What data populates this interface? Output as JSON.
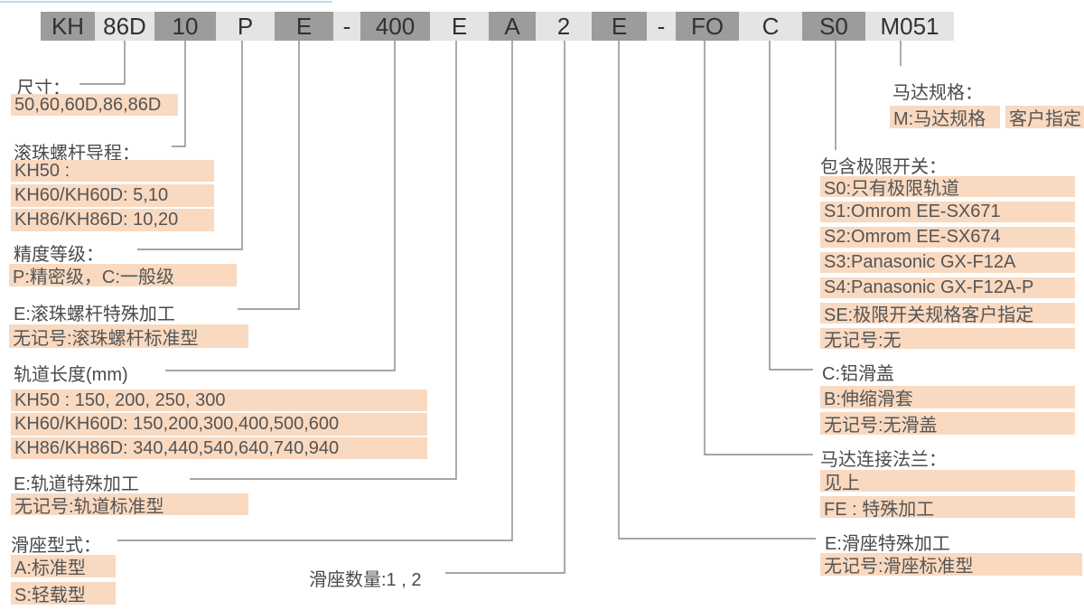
{
  "colors": {
    "highlight": "#f9d9c0",
    "box_dark": "#9c9c9c",
    "box_light": "#e4e4e4",
    "line": "#878787",
    "top_accent": "#bdd7e7"
  },
  "code": {
    "segments": [
      {
        "text": "KH",
        "shade": "dark"
      },
      {
        "text": "86D",
        "shade": "light"
      },
      {
        "text": "10",
        "shade": "dark"
      },
      {
        "text": "P",
        "shade": "light"
      },
      {
        "text": "E",
        "shade": "dark"
      },
      {
        "text": "-",
        "shade": "light"
      },
      {
        "text": "400",
        "shade": "dark"
      },
      {
        "text": "E",
        "shade": "light"
      },
      {
        "text": "A",
        "shade": "dark"
      },
      {
        "text": "2",
        "shade": "light"
      },
      {
        "text": "E",
        "shade": "dark"
      },
      {
        "text": "-",
        "shade": "light"
      },
      {
        "text": "FO",
        "shade": "dark"
      },
      {
        "text": "C",
        "shade": "light"
      },
      {
        "text": "S0",
        "shade": "dark"
      },
      {
        "text": "M051",
        "shade": "light"
      }
    ]
  },
  "left": {
    "size": {
      "label": "尺寸：",
      "rows": [
        "50,60,60D,86,86D"
      ]
    },
    "lead": {
      "label": "滚珠螺杆导程：",
      "rows": [
        "KH50 :",
        "KH60/KH60D: 5,10",
        "KH86/KH86D: 10,20"
      ]
    },
    "accuracy": {
      "label": "精度等级：",
      "rows": [
        "P:精密级，C:一般级"
      ]
    },
    "screw_special": {
      "label": "E:滚珠螺杆特殊加工",
      "rows": [
        "无记号:滚珠螺杆标准型"
      ]
    },
    "rail_length": {
      "label": "轨道长度(mm)",
      "rows": [
        "KH50 : 150, 200, 250, 300",
        "KH60/KH60D: 150,200,300,400,500,600",
        "KH86/KH86D: 340,440,540,640,740,940"
      ]
    },
    "rail_special": {
      "label": "E:轨道特殊加工",
      "rows": [
        "无记号:轨道标准型"
      ]
    },
    "slider_type": {
      "label": "滑座型式：",
      "rows": [
        "A:标准型",
        "S:轻载型"
      ]
    },
    "slider_count": {
      "label": "滑座数量:1 , 2"
    }
  },
  "right": {
    "motor_spec": {
      "label": "马达规格：",
      "rows": [
        "M:马达规格",
        "客户指定"
      ]
    },
    "limit_switch": {
      "label": "包含极限开关：",
      "rows": [
        "S0:只有极限轨道",
        "S1:Omrom EE-SX671",
        "S2:Omrom EE-SX674",
        "S3:Panasonic GX-F12A",
        "S4:Panasonic GX-F12A-P",
        "SE:极限开关规格客户指定",
        "无记号:无"
      ]
    },
    "cover": {
      "label": "C:铝滑盖",
      "rows": [
        "B:伸缩滑套",
        "无记号:无滑盖"
      ]
    },
    "flange": {
      "label": "马达连接法兰：",
      "rows": [
        "见上",
        "FE : 特殊加工"
      ]
    },
    "slider_special": {
      "label": "E:滑座特殊加工",
      "rows": [
        "无记号:滑座标准型"
      ]
    }
  }
}
